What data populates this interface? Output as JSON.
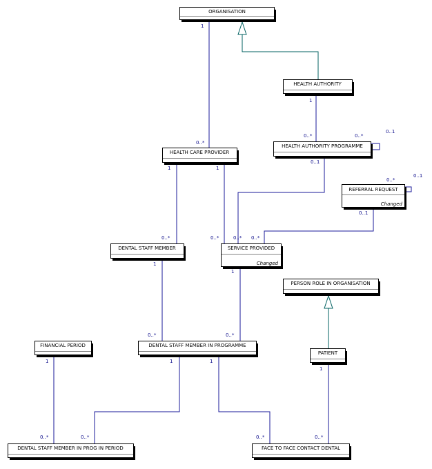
{
  "diagram": {
    "classes": {
      "organisation": {
        "name": "ORGANISATION"
      },
      "health_authority": {
        "name": "HEALTH AUTHORITY"
      },
      "health_care_provider": {
        "name": "HEALTH CARE PROVIDER"
      },
      "health_authority_programme": {
        "name": "HEALTH AUTHORITY PROGRAMME"
      },
      "referral_request": {
        "name": "REFERRAL REQUEST",
        "note": "Changed"
      },
      "dental_staff_member": {
        "name": "DENTAL STAFF MEMBER"
      },
      "service_provided": {
        "name": "SERVICE PROVIDED",
        "note": "Changed"
      },
      "person_role": {
        "name": "PERSON ROLE IN ORGANISATION"
      },
      "financial_period": {
        "name": "FINANCIAL PERIOD"
      },
      "dsm_in_programme": {
        "name": "DENTAL STAFF MEMBER IN PROGRAMME"
      },
      "patient": {
        "name": "PATIENT"
      },
      "dsm_prog_period": {
        "name": "DENTAL STAFF MEMBER IN PROG IN PERIOD"
      },
      "face_to_face": {
        "name": "FACE TO FACE CONTACT DENTAL"
      }
    },
    "multiplicities": {
      "org_hcp_one": "1",
      "org_hcp_many": "0..*",
      "ha_hap_one": "1",
      "ha_hap_many": "0..*",
      "hap_self_many": "0..*",
      "hap_self_one": "0..1",
      "hcp_dsm_one": "1",
      "hcp_dsm_many": "0..*",
      "hcp_sp_one": "1",
      "hcp_sp_many": "0..*",
      "hap_sp_one": "0..1",
      "hap_sp_many": "0..*",
      "rr_self_many": "0..*",
      "rr_self_one": "0..1",
      "rr_sp_one": "0..1",
      "rr_sp_many": "0..*",
      "dsm_dsmip_one": "1",
      "dsm_dsmip_many": "0..*",
      "sp_dsmip_one": "1",
      "sp_dsmip_many": "0..*",
      "fp_period_one": "1",
      "fp_period_many": "0..*",
      "dsmip_period_one": "1",
      "dsmip_period_many": "0..*",
      "dsmip_f2f_one": "1",
      "dsmip_f2f_many": "0..*",
      "patient_f2f_one": "1",
      "patient_f2f_many": "0..*"
    }
  }
}
